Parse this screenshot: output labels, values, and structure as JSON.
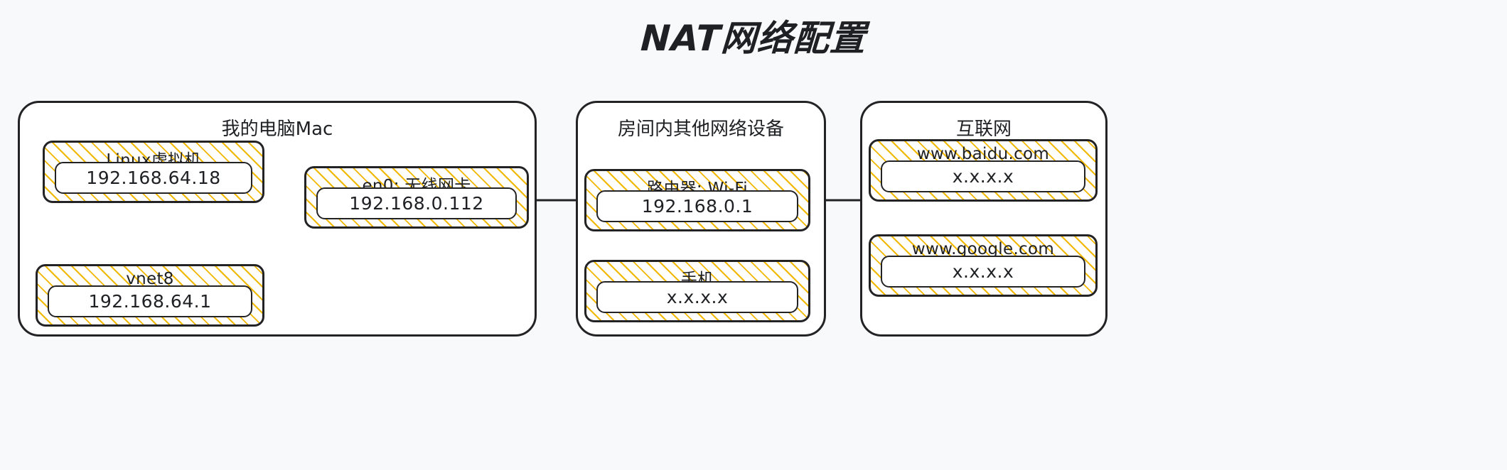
{
  "title": "NAT网络配置",
  "theme": {
    "background": "#f7f9fb",
    "stroke": "#232326",
    "hatch": "#f2b700",
    "box_fill": "#ffffff"
  },
  "groups": [
    {
      "id": "mac",
      "title": "我的电脑Mac",
      "nodes": [
        {
          "id": "linuxvm",
          "label": "Linux虚拟机",
          "value": "192.168.64.18"
        },
        {
          "id": "vnet8",
          "label": "vnet8",
          "value": "192.168.64.1"
        },
        {
          "id": "en0",
          "label": "en0: 无线网卡",
          "value": "192.168.0.112"
        }
      ]
    },
    {
      "id": "room",
      "title": "房间内其他网络设备",
      "nodes": [
        {
          "id": "router",
          "label": "路由器: Wi-Fi",
          "value": "192.168.0.1"
        },
        {
          "id": "phone",
          "label": "手机",
          "value": "x.x.x.x"
        }
      ]
    },
    {
      "id": "internet",
      "title": "互联网",
      "nodes": [
        {
          "id": "baidu",
          "label": "www.baidu.com",
          "value": "x.x.x.x"
        },
        {
          "id": "google",
          "label": "www.google.com",
          "value": "x.x.x.x"
        }
      ]
    }
  ],
  "connections": [
    {
      "id": "linuxvm-vnet8",
      "from": "linuxvm",
      "to": "vnet8",
      "kind": "vertical"
    },
    {
      "id": "vnet8-en0",
      "from": "vnet8",
      "to": "en0",
      "kind": "diagonal"
    },
    {
      "id": "en0-router",
      "from": "en0",
      "to": "router",
      "kind": "horizontal"
    },
    {
      "id": "router-phone",
      "from": "router",
      "to": "phone",
      "kind": "vertical"
    },
    {
      "id": "router-internet",
      "from": "router",
      "to": "internet",
      "kind": "horizontal"
    }
  ]
}
